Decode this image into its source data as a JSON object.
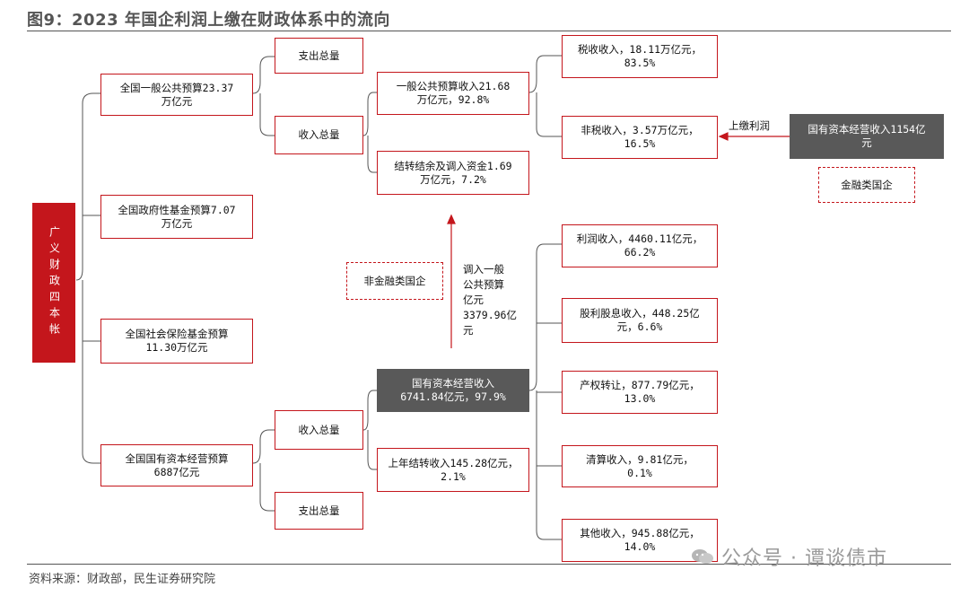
{
  "title": "图9：2023 年国企利润上缴在财政体系中的流向",
  "root": "广义财政四本帐",
  "budgets": {
    "general": "全国一般公共预算23.37\n万亿元",
    "fund": "全国政府性基金预算7.07\n万亿元",
    "social": "全国社会保险基金预算\n11.30万亿元",
    "soe": "全国国有资本经营预算\n6887亿元"
  },
  "general_branch": {
    "expenditure": "支出总量",
    "revenue": "收入总量",
    "gp_revenue": "一般公共预算收入21.68\n万亿元，92.8%",
    "carryover": "结转结余及调入资金1.69\n万亿元，7.2%",
    "tax": "税收收入，18.11万亿元，\n83.5%",
    "nontax": "非税收入，3.57万亿元，\n16.5%"
  },
  "transfer_in": {
    "label": "上缴利润",
    "source_box": "国有资本经营收入1154亿\n元",
    "financial_soe": "金融类国企"
  },
  "nonfinancial_soe": "非金融类国企",
  "transfer_to_general": "调入一般\n公共预算\n亿元\n3379.96亿\n元",
  "soe_branch": {
    "revenue": "收入总量",
    "expenditure": "支出总量",
    "soe_revenue": "国有资本经营收入\n6741.84亿元，97.9%",
    "carryover": "上年结转收入145.28亿元，\n2.1%",
    "items": [
      "利润收入，4460.11亿元，\n66.2%",
      "股利股息收入，448.25亿\n元，6.6%",
      "产权转让，877.79亿元，\n13.0%",
      "清算收入，9.81亿元，\n0.1%",
      "其他收入，945.88亿元，\n14.0%"
    ]
  },
  "source": "资料来源：财政部，民生证券研究院",
  "watermark": "公众号 · 谭谈债市"
}
